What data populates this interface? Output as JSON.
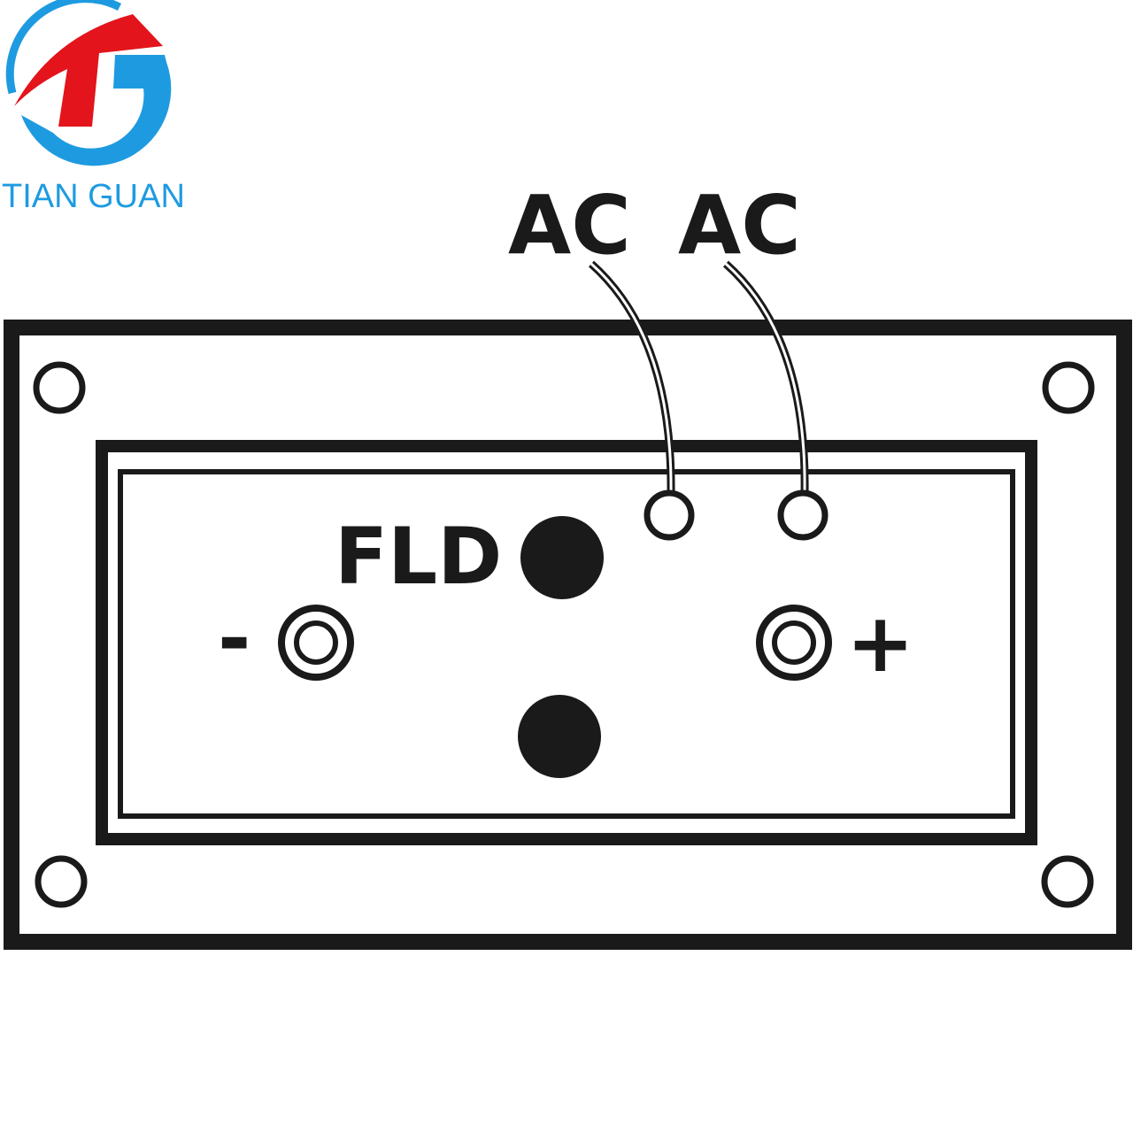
{
  "logo": {
    "brand_name": "TIAN GUAN",
    "colors": {
      "blue": "#1e9be0",
      "red": "#e3141c"
    }
  },
  "diagram": {
    "labels": {
      "ac_left": "AC",
      "ac_right": "AC",
      "field": "FLD",
      "negative": "-",
      "positive": "+"
    },
    "colors": {
      "line": "#1a1a1a",
      "background": "#ffffff"
    }
  }
}
